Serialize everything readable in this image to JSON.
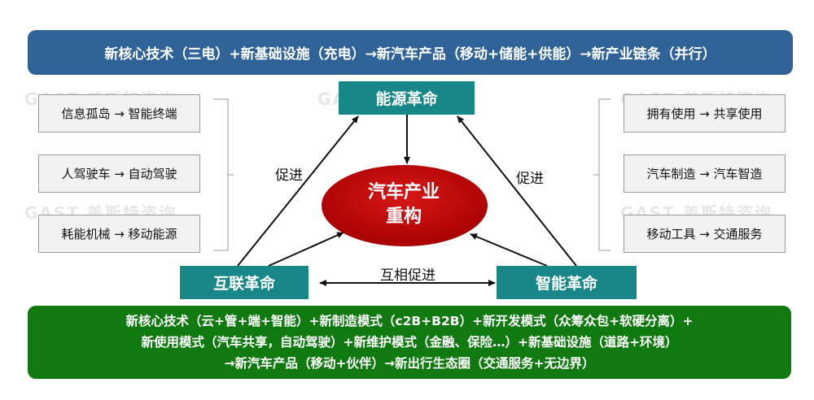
{
  "watermark": "GAST 盖斯特咨询",
  "top_banner": "新核心技术（三电）+新基础设施（充电）→新汽车产品（移动+储能+供能）→新产业链条（并行）",
  "left_items": [
    "信息孤岛 → 智能终端",
    "人驾驶车 → 自动驾驶",
    "耗能机械 → 移动能源"
  ],
  "right_items": [
    "拥有使用 → 共享使用",
    "汽车制造 → 汽车智造",
    "移动工具 → 交通服务"
  ],
  "nodes": {
    "energy": "能源革命",
    "internet": "互联革命",
    "intelligence": "智能革命",
    "center_line1": "汽车产业",
    "center_line2": "重构"
  },
  "edge_labels": {
    "left": "促进",
    "right": "促进",
    "bottom": "互相促进"
  },
  "bottom_banner": [
    "新核心技术（云+管+端+智能）+新制造模式（c2B+B2B）+新开发模式（众筹众包+软硬分离）+",
    "新使用模式（汽车共享，自动驾驶）+新维护模式（金融、保险…）+新基础设施（道路+环境）",
    "→新汽车产品（移动+伙伴）→新出行生态圈（交通服务+无边界）"
  ],
  "colors": {
    "blue": "#2f6397",
    "teal": "#178787",
    "red": "#c00000",
    "green": "#107a10"
  }
}
